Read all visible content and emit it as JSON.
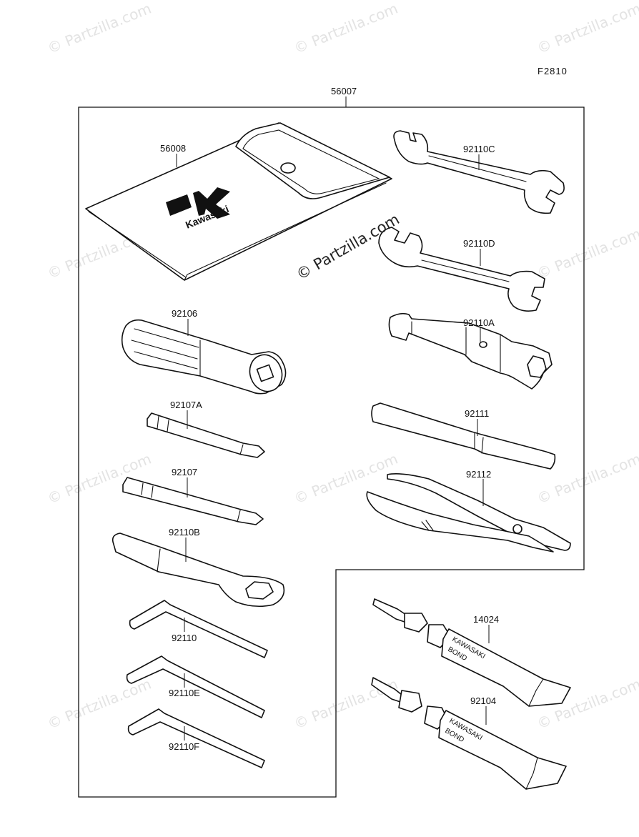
{
  "diagram_code": "F2810",
  "watermark_text": "© Partzilla.com",
  "brand_logo_text": "Kawasaki",
  "tube_text": [
    "KAWASAKI",
    "BOND"
  ],
  "callouts": {
    "toolkit": "56007",
    "pouch": "56008",
    "wrench_c": "92110C",
    "wrench_d": "92110D",
    "handle": "92106",
    "plug_wrench": "92110A",
    "driver_a": "92107A",
    "extension_bar": "92111",
    "driver": "92107",
    "pliers": "92112",
    "ring_wrench": "92110B",
    "hex_key": "92110",
    "hex_key_e": "92110E",
    "hex_key_f": "92110F",
    "bond_1": "14024",
    "bond_2": "92104"
  }
}
